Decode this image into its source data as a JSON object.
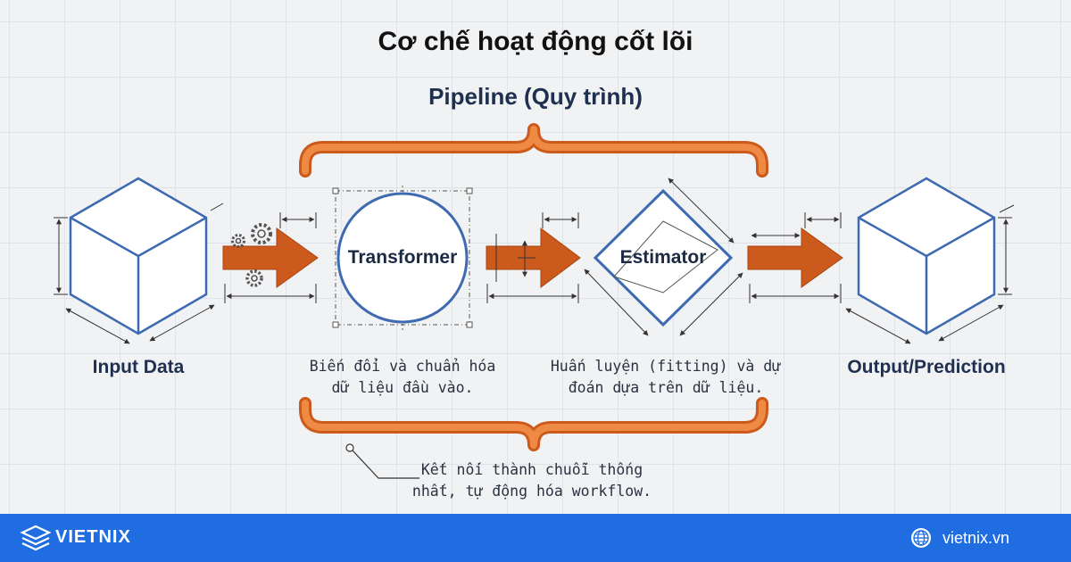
{
  "title": "Cơ chế hoạt động cốt lõi",
  "pipeline": {
    "label": "Pipeline (Quy trình)"
  },
  "stages": {
    "input": {
      "label": "Input Data"
    },
    "transformer": {
      "label": "Transformer",
      "description": [
        "Biến đổi và chuẩn hóa",
        "dữ liệu đầu vào."
      ]
    },
    "estimator": {
      "label": "Estimator",
      "description": [
        "Huấn luyện (fitting) và dự",
        "đoán dựa trên dữ liệu."
      ]
    },
    "output": {
      "label": "Output/Prediction"
    }
  },
  "pipeline_note": [
    "Kết nối thành chuỗi thống",
    "nhất, tự động hóa workflow."
  ],
  "brand": {
    "name": "VIETNIX",
    "website": "vietnix.vn"
  },
  "colors": {
    "accent_orange": "#cc5a1c",
    "shape_blue": "#3d6ab0",
    "footer_blue": "#1f6de0",
    "text_dark": "#1f2f4f"
  },
  "icons": [
    "gears-icon",
    "globe-icon",
    "vietnix-logo"
  ]
}
